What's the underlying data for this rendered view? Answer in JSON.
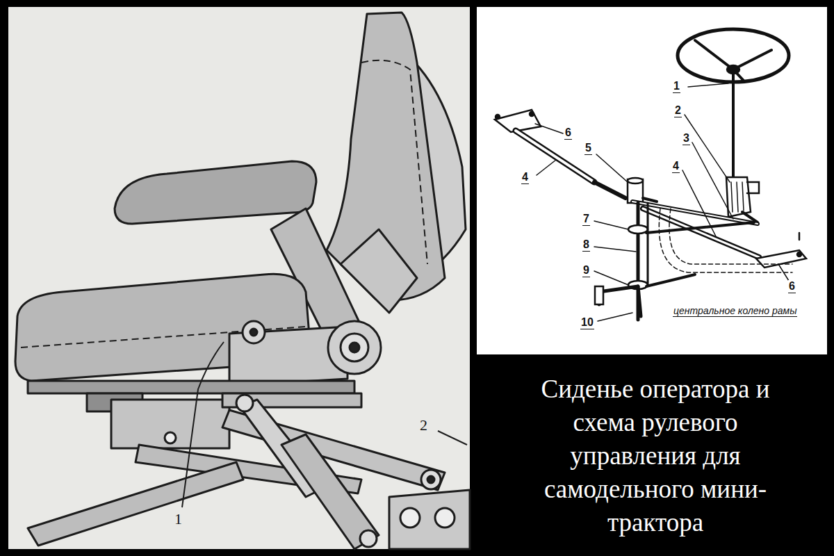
{
  "diagram": {
    "caption": "Сиденье оператора и схема рулевого управления для самодельного мини-трактора",
    "labels": [
      "1",
      "2",
      "1",
      "2",
      "3",
      "4",
      "5",
      "6",
      "4",
      "7",
      "8",
      "9",
      "6",
      "10",
      "центральное колено рамы"
    ]
  }
}
